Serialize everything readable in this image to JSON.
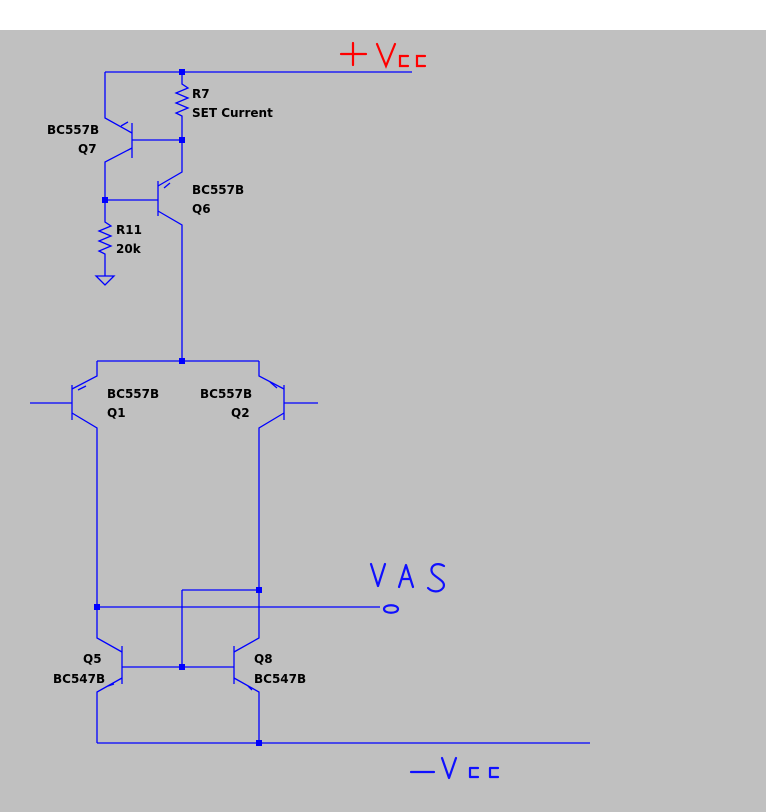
{
  "components": {
    "q7": {
      "ref": "Q7",
      "model": "BC557B"
    },
    "q6": {
      "ref": "Q6",
      "model": "BC557B"
    },
    "q1": {
      "ref": "Q1",
      "model": "BC557B"
    },
    "q2": {
      "ref": "Q2",
      "model": "BC557B"
    },
    "q5": {
      "ref": "Q5",
      "model": "BC547B"
    },
    "q8": {
      "ref": "Q8",
      "model": "BC547B"
    },
    "r7": {
      "ref": "R7",
      "value": "SET Current"
    },
    "r11": {
      "ref": "R11",
      "value": "20k"
    }
  },
  "annotations": {
    "positive_supply": "+Vcc",
    "negative_supply": "-Vcc",
    "vas": "VAS"
  },
  "colors": {
    "background": "#c0c0c0",
    "wire": "#0000ff",
    "annotation_red": "#ff0000",
    "annotation_blue": "#1010ff",
    "label": "#000000"
  }
}
